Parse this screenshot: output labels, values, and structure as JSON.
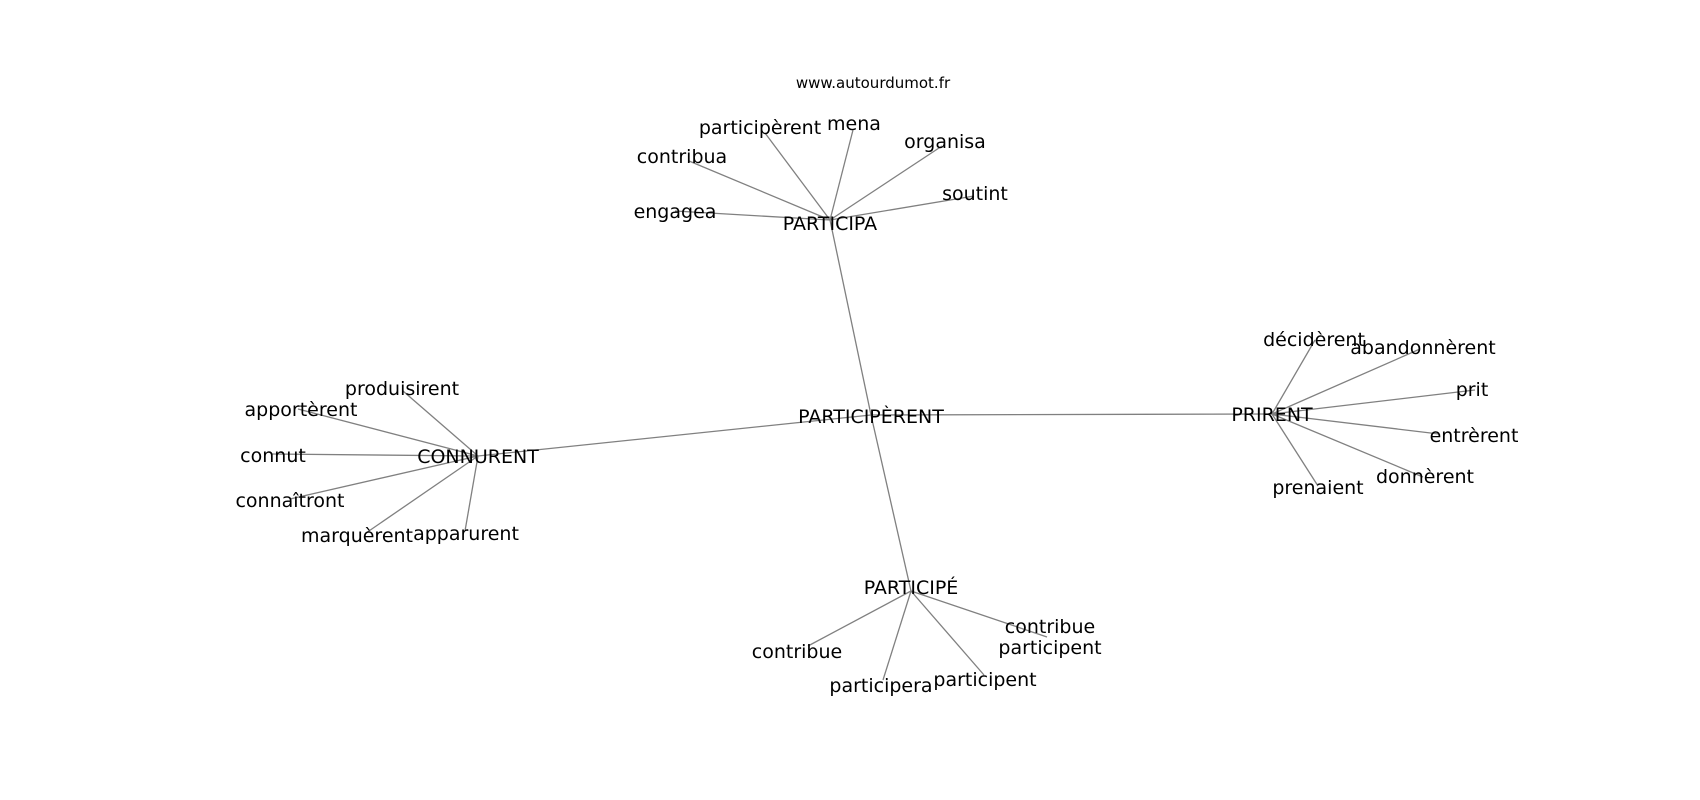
{
  "source": "www.autourdumot.fr",
  "graph": {
    "center": "PARTICIPÈRENT",
    "hubs": [
      {
        "label": "PARTICIPA",
        "leaves": [
          "participèrent",
          "mena",
          "contribua",
          "organisa",
          "soutint",
          "engagea"
        ]
      },
      {
        "label": "CONNURENT",
        "leaves": [
          "produisirent",
          "apportèrent",
          "connut",
          "connaîtront",
          "marquèrent",
          "apparurent"
        ]
      },
      {
        "label": "PRIRENT",
        "leaves": [
          "décidèrent",
          "abandonnèrent",
          "prit",
          "entrèrent",
          "donnèrent",
          "prenaient"
        ]
      },
      {
        "label": "PARTICIPÉ",
        "leaves": [
          "contribue participent",
          "contribue",
          "participera",
          "participent"
        ]
      }
    ]
  },
  "colors": {
    "edge": "#808080",
    "text": "#000000",
    "background": "#ffffff"
  }
}
